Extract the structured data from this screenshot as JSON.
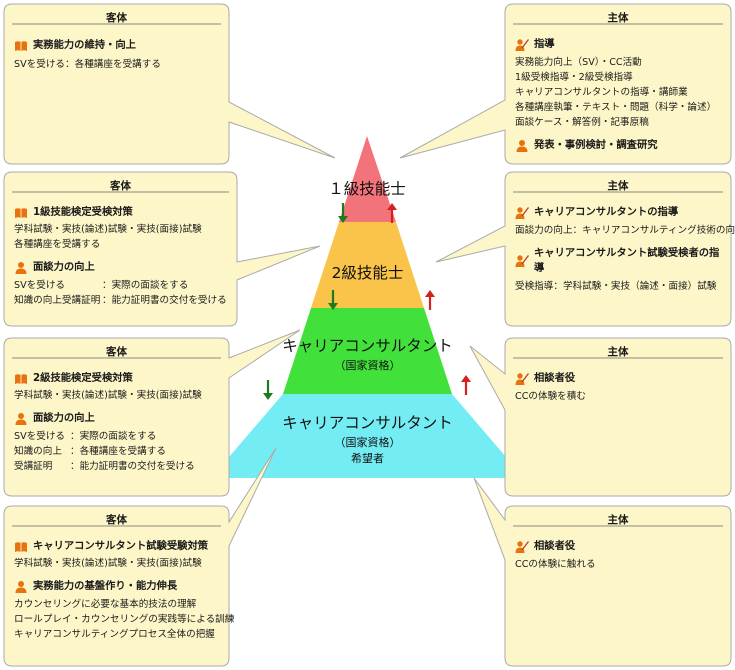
{
  "levels": {
    "l1": {
      "label": "１級技能士",
      "color": "#f3737a"
    },
    "l2": {
      "label": "2級技能士",
      "color": "#f9c449"
    },
    "l3": {
      "label": "キャリアコンサルタント",
      "sub": "（国家資格）",
      "color": "#41e03a"
    },
    "l4": {
      "label": "キャリアコンサルタント",
      "sub": "（国家資格）",
      "sub2": "希望者",
      "color": "#74ecf4"
    }
  },
  "colors": {
    "card_bg": "#fdf6c8",
    "card_border": "#aaaaaa",
    "down_arrow": "#1e7a1e",
    "up_arrow": "#d61f1f",
    "icon_orange": "#e8720c"
  },
  "left": [
    {
      "title": "客体",
      "sections": [
        {
          "icon": "book-icon",
          "heading": "実務能力の維持・向上",
          "lines": [
            "SVを受ける：各種講座を受講する"
          ]
        }
      ]
    },
    {
      "title": "客体",
      "sections": [
        {
          "icon": "book-icon",
          "heading": "1級技能検定受検対策",
          "lines": [
            "学科試験・実技(論述)試験・実技(面接)試験",
            "各種講座を受講する"
          ]
        },
        {
          "icon": "person-icon",
          "heading": "面談力の向上",
          "pairs": [
            [
              "SVを受ける",
              "：実際の面談をする"
            ],
            [
              "知識の向上受講証明",
              "：能力証明書の交付を受ける"
            ]
          ]
        }
      ]
    },
    {
      "title": "客体",
      "sections": [
        {
          "icon": "book-icon",
          "heading": "2級技能検定受検対策",
          "lines": [
            "学科試験・実技(論述)試験・実技(面接)試験"
          ]
        },
        {
          "icon": "person-icon",
          "heading": "面談力の向上",
          "pairs": [
            [
              "SVを受ける",
              "：実際の面談をする"
            ],
            [
              "知識の向上",
              "：各種講座を受講する"
            ],
            [
              "受講証明",
              "：能力証明書の交付を受ける"
            ]
          ]
        }
      ]
    },
    {
      "title": "客体",
      "sections": [
        {
          "icon": "book-icon",
          "heading": "キャリアコンサルタント試験受験対策",
          "lines": [
            "学科試験・実技(論述)試験・実技(面接)試験"
          ]
        },
        {
          "icon": "person-icon",
          "heading": "実務能力の基盤作り・能力伸長",
          "lines": [
            "カウンセリングに必要な基本的技法の理解",
            "ロールプレイ・カウンセリングの実践等による訓練",
            "キャリアコンサルティングプロセス全体の把握"
          ]
        }
      ]
    }
  ],
  "right": [
    {
      "title": "主体",
      "sections": [
        {
          "icon": "teacher-icon",
          "heading": "指導",
          "lines": [
            "実務能力向上（SV）・CC活動",
            "1級受検指導・2級受検指導",
            "キャリアコンサルタントの指導・講師業",
            "各種講座執筆・テキスト・問題（科学・論述）",
            "面談ケース・解答例・記事原稿"
          ]
        },
        {
          "icon": "person-icon",
          "heading": "発表・事例検討・調査研究",
          "lines": []
        }
      ]
    },
    {
      "title": "主体",
      "sections": [
        {
          "icon": "teacher-icon",
          "heading": "キャリアコンサルタントの指導",
          "lines": [
            "面談力の向上：キャリアコンサルティング技術の向上"
          ]
        },
        {
          "icon": "teacher-icon",
          "heading": "キャリアコンサルタント試験受検者の指導",
          "lines": [
            "受検指導：学科試験・実技（論述・面接）試験"
          ]
        }
      ]
    },
    {
      "title": "主体",
      "sections": [
        {
          "icon": "teacher-icon",
          "heading": "相談者役",
          "lines": [
            "CCの体験を積む"
          ]
        }
      ]
    },
    {
      "title": "主体",
      "sections": [
        {
          "icon": "teacher-icon",
          "heading": "相談者役",
          "lines": [
            "CCの体験に触れる"
          ]
        }
      ]
    }
  ]
}
